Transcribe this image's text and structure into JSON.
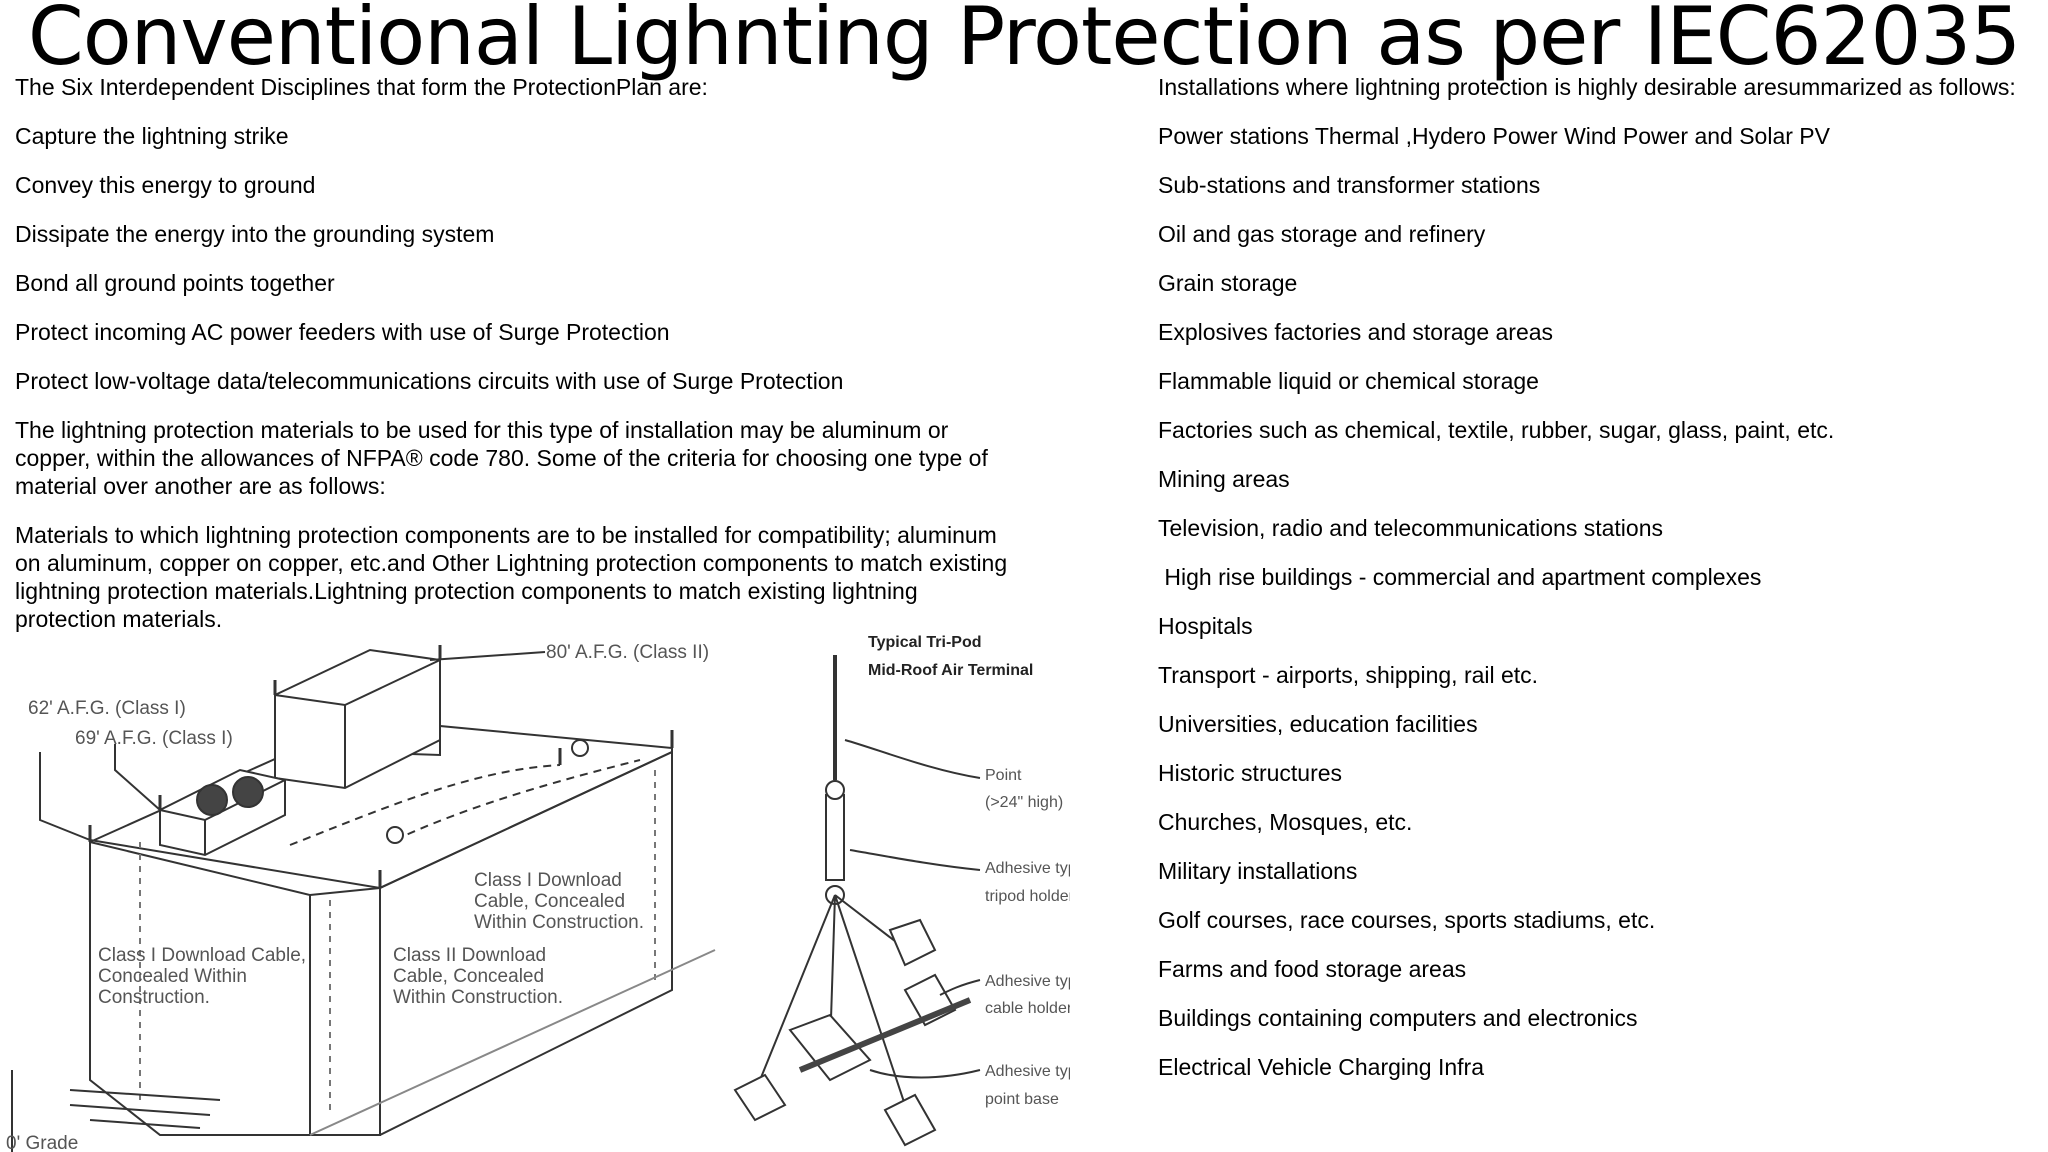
{
  "slide": {
    "title": "Conventional Lighnting Protection as per IEC62035"
  },
  "left": {
    "intro": "The Six Interdependent  Disciplines that form the ProtectionPlan are:",
    "disciplines": [
      "Capture the lightning strike",
      "Convey this energy to ground",
      "Dissipate the energy into the grounding system",
      "Bond all ground points together",
      "Protect incoming AC power feeders with use of Surge Protection",
      "Protect low-voltage data/telecommunications circuits with use of Surge Protection"
    ],
    "para1": "The lightning protection materials to be used for this type of installation may be aluminum or copper, within the allowances of NFPA® code 780. Some of the criteria for choosing one type of material over another are as follows:",
    "para2": "Materials to which lightning protection components are to be installed for compatibility; aluminum on aluminum, copper on copper, etc.and Other Lightning protection components to match existing lightning protection materials.Lightning protection components to match existing lightning protection materials."
  },
  "right": {
    "intro": "Installations where lightning protection is highly desirable aresummarized as follows:",
    "items": [
      "Power stations Thermal ,Hydero Power Wind Power and Solar PV",
      "Sub-stations and transformer stations",
      "Oil and gas storage and refinery",
      "Grain storage",
      "Explosives factories and storage areas",
      "Flammable liquid or chemical storage",
      "Factories such as chemical, textile, rubber, sugar, glass, paint, etc.",
      "Mining areas",
      "Television, radio and telecommunications stations",
      " High rise buildings - commercial and apartment complexes",
      "Hospitals",
      "Transport - airports, shipping, rail etc.",
      "Universities, education facilities",
      "Historic structures",
      "Churches, Mosques, etc.",
      "Military installations",
      "Golf courses, race courses, sports stadiums, etc.",
      "Farms and food storage areas",
      "Buildings containing computers and electronics",
      "Electrical Vehicle Charging Infra"
    ]
  },
  "diagram": {
    "label_80": "80' A.F.G. (Class II)",
    "label_62": "62' A.F.G. (Class I)",
    "label_69": "69' A.F.G. (Class I)",
    "dl_class1_a": "Class I Download",
    "dl_class1_b": "Cable, Concealed",
    "dl_class1_c": "Within Construction.",
    "dl_left_a": "Class I Download Cable,",
    "dl_left_b": "Concealed Within",
    "dl_left_c": "Construction.",
    "dl_class2_a": "Class II Download",
    "dl_class2_b": "Cable, Concealed",
    "dl_class2_c": "Within Construction.",
    "grade": "0' Grade",
    "tripod_title_a": "Typical Tri-Pod",
    "tripod_title_b": "Mid-Roof Air Terminal",
    "point_a": "Point",
    "point_b": "(>24\" high)",
    "tripod_holder_a": "Adhesive type",
    "tripod_holder_b": "tripod holder",
    "cable_holder_a": "Adhesive type",
    "cable_holder_b": "cable holder",
    "point_base_a": "Adhesive type",
    "point_base_b": "point base"
  }
}
